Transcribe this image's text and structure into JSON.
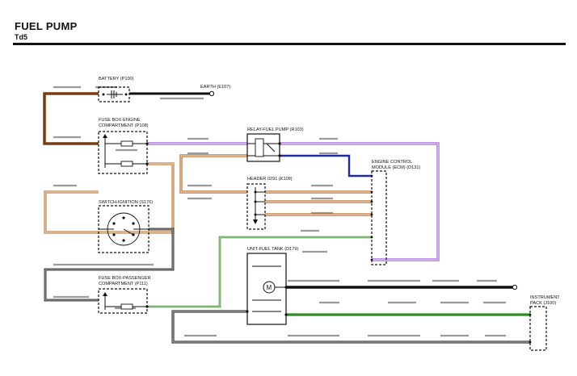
{
  "header": {
    "title": "FUEL PUMP",
    "subtitle": "Td5"
  },
  "components": {
    "battery": "BATTERY (P100)",
    "earth": "EARTH (E107)",
    "fuse_box_engine_1": "FUSE BOX-ENGINE",
    "fuse_box_engine_2": "COMPARTMENT (P108)",
    "relay": "RELAY-FUEL PUMP (R103)",
    "ecm_1": "ENGINE CONTROL",
    "ecm_2": "MODULE (ECM) (D131)",
    "header_0291": "HEADER 0291 (K109)",
    "switch_ignition": "SWITCH-IGNITION (S176)",
    "fuel_tank": "UNIT-FUEL TANK (D179)",
    "fuse_box_passenger_1": "FUSE BOX-PASSENGER",
    "fuse_box_passenger_2": "COMPARTMENT (P111)",
    "instrument_1": "INSTRUMENT",
    "instrument_2": "PACK (J100)"
  },
  "wire_colors": {
    "brown": "#7a3b10",
    "brown_orange": "#b5651d",
    "purple": "#9b59d0",
    "blue": "#1f2aa8",
    "black": "#111111",
    "green": "#2f8a1f",
    "grey": "#9a9a9a",
    "white": "#ffffff"
  }
}
